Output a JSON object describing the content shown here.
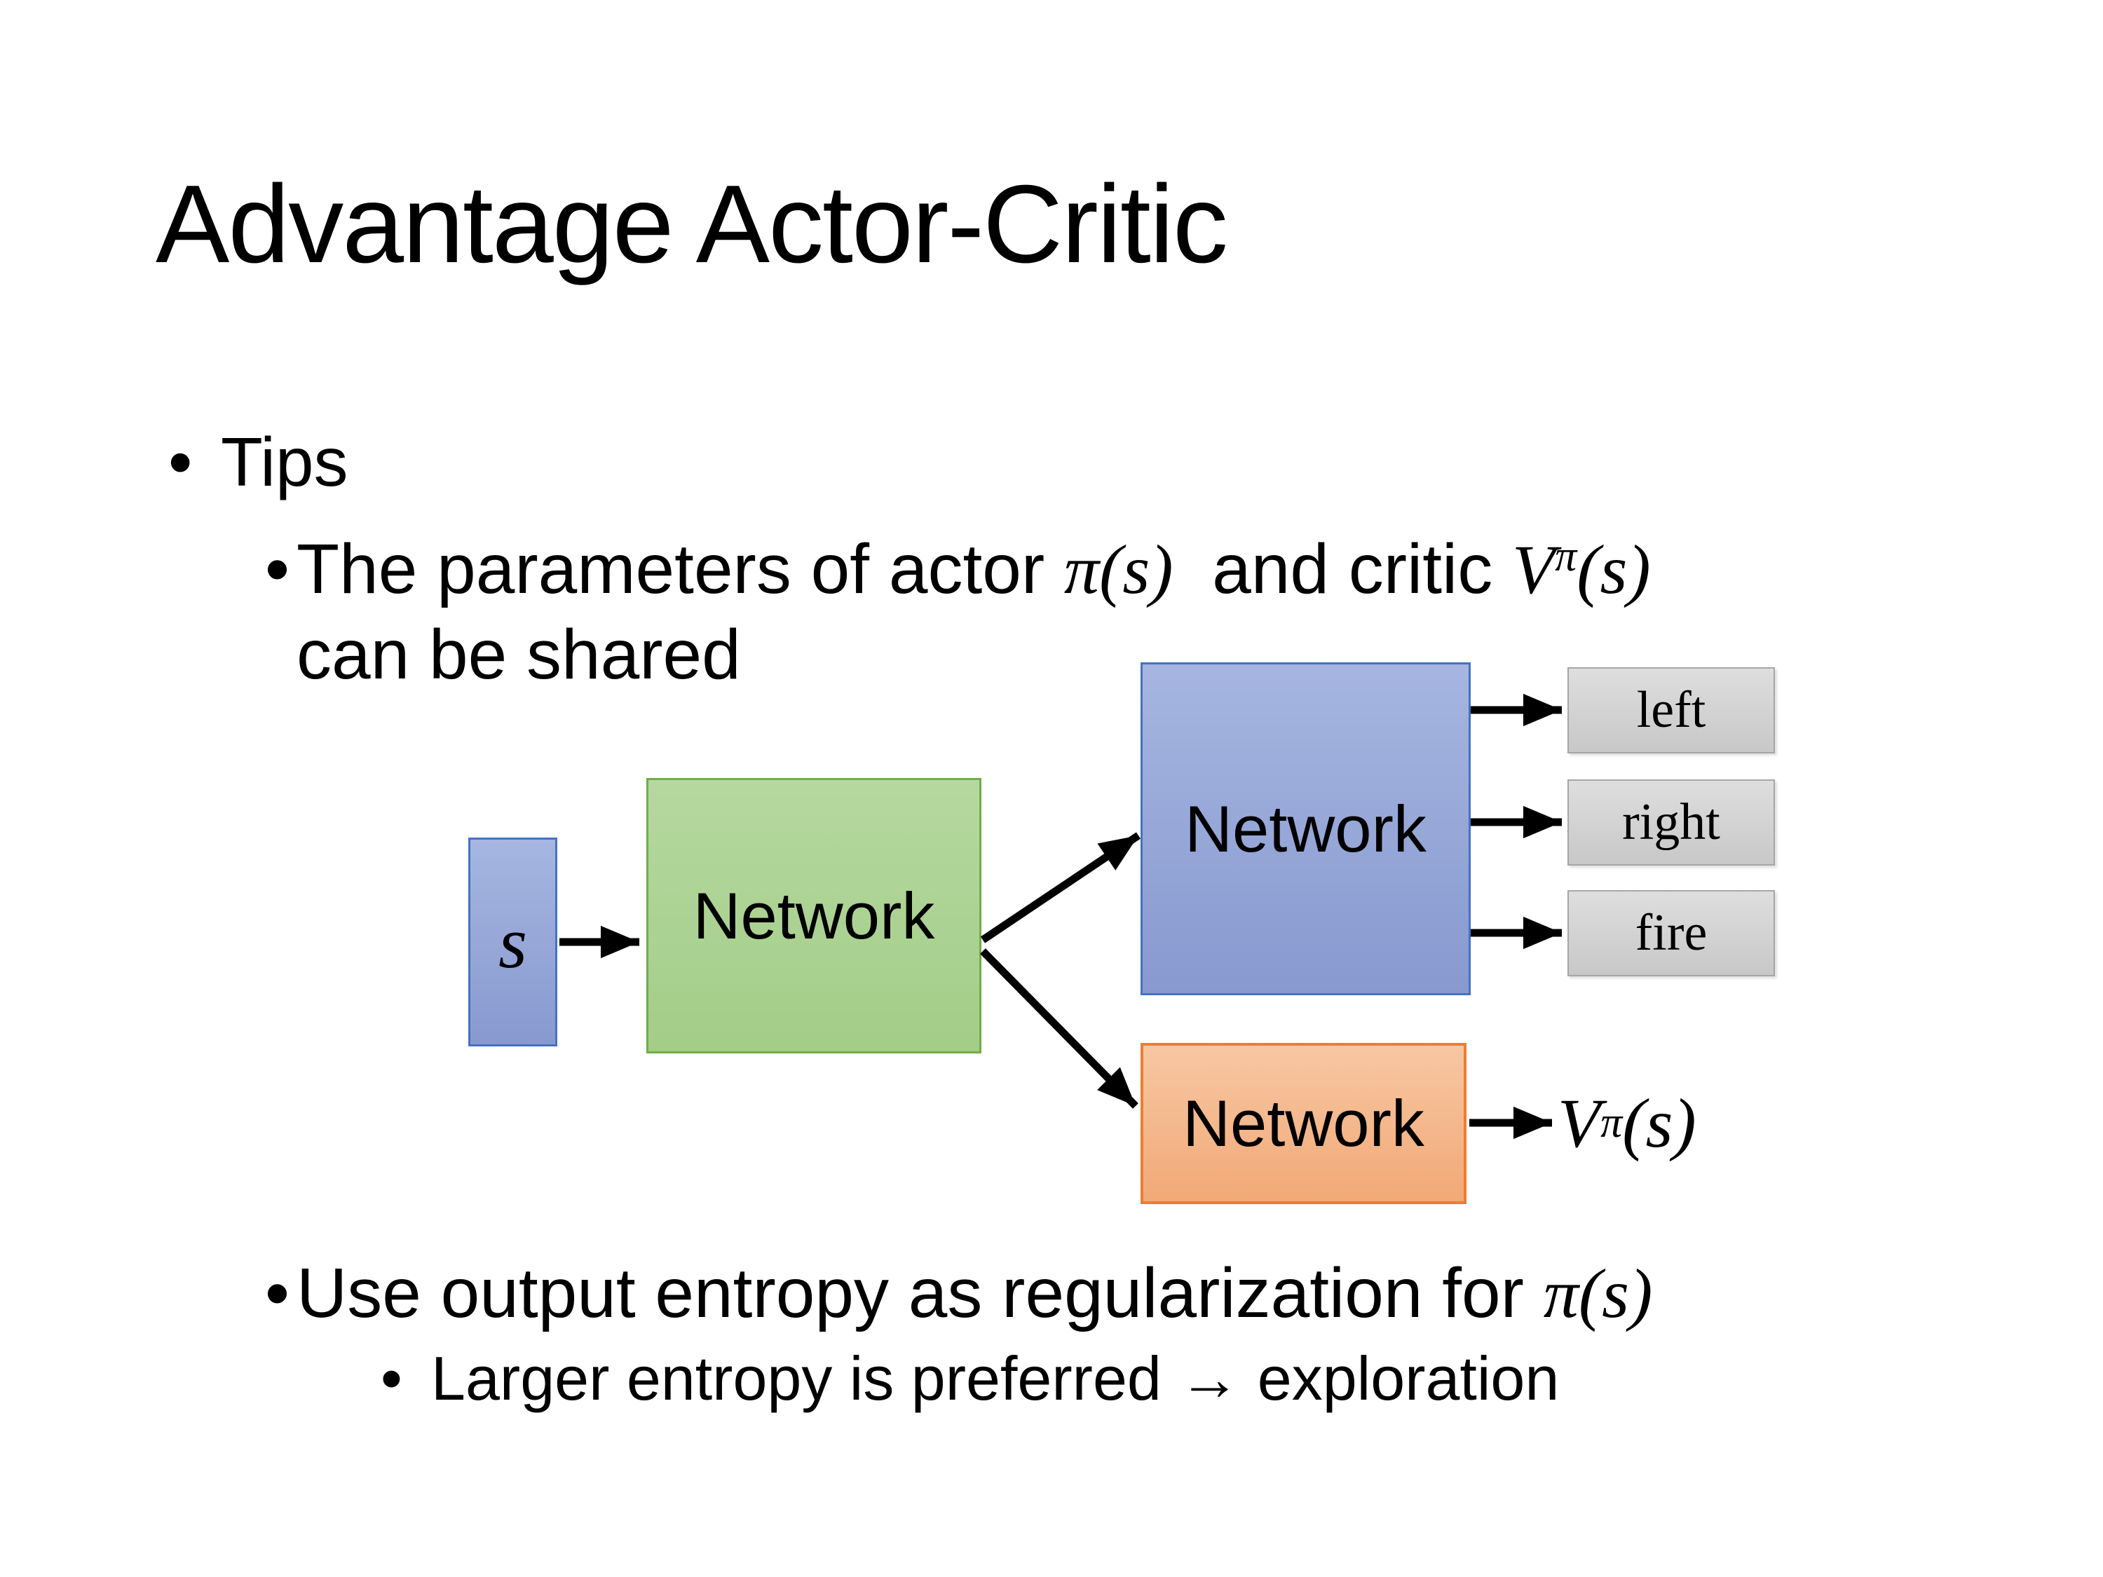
{
  "slide": {
    "title": "Advantage Actor-Critic",
    "bullet_char": "•",
    "tips": "Tips",
    "tip1": {
      "rich": [
        {
          "t": "The parameters of actor "
        },
        {
          "t": "π(s)",
          "math": true
        },
        {
          "t": "  and critic "
        },
        {
          "t": "V",
          "math": true
        },
        {
          "t": "π",
          "math": true,
          "sup": true
        },
        {
          "t": "(s)",
          "math": true
        }
      ],
      "cont": "can be shared"
    },
    "tip2": {
      "rich": [
        {
          "t": "Use output entropy as regularization for "
        },
        {
          "t": "π(s)",
          "math": true
        }
      ]
    },
    "tip2a": "Larger entropy is preferred → exploration"
  },
  "diagram": {
    "state_label": "s",
    "shared_network": "Network",
    "actor_network": "Network",
    "critic_network": "Network",
    "actions": [
      "left",
      "right",
      "fire"
    ],
    "critic_output": [
      {
        "t": "V",
        "math": true
      },
      {
        "t": "π",
        "math": true,
        "sup": true
      },
      {
        "t": "(s)",
        "math": true
      }
    ],
    "colors": {
      "state_box": {
        "top": "#A6B6E1",
        "bottom": "#8799CF",
        "border": "#4472C4"
      },
      "shared_box": {
        "top": "#B5D8A0",
        "bottom": "#A3CD87",
        "border": "#70AD47"
      },
      "actor_box": {
        "top": "#A6B6E1",
        "bottom": "#8799CF",
        "border": "#4472C4"
      },
      "critic_box": {
        "top": "#F7C7A3",
        "bottom": "#F1A977",
        "border": "#ED7D31"
      },
      "action_box": {
        "top": "#DEDEDE",
        "bottom": "#C8C8C8",
        "border": "#A6A6A6"
      },
      "arrow": "#000000"
    }
  }
}
